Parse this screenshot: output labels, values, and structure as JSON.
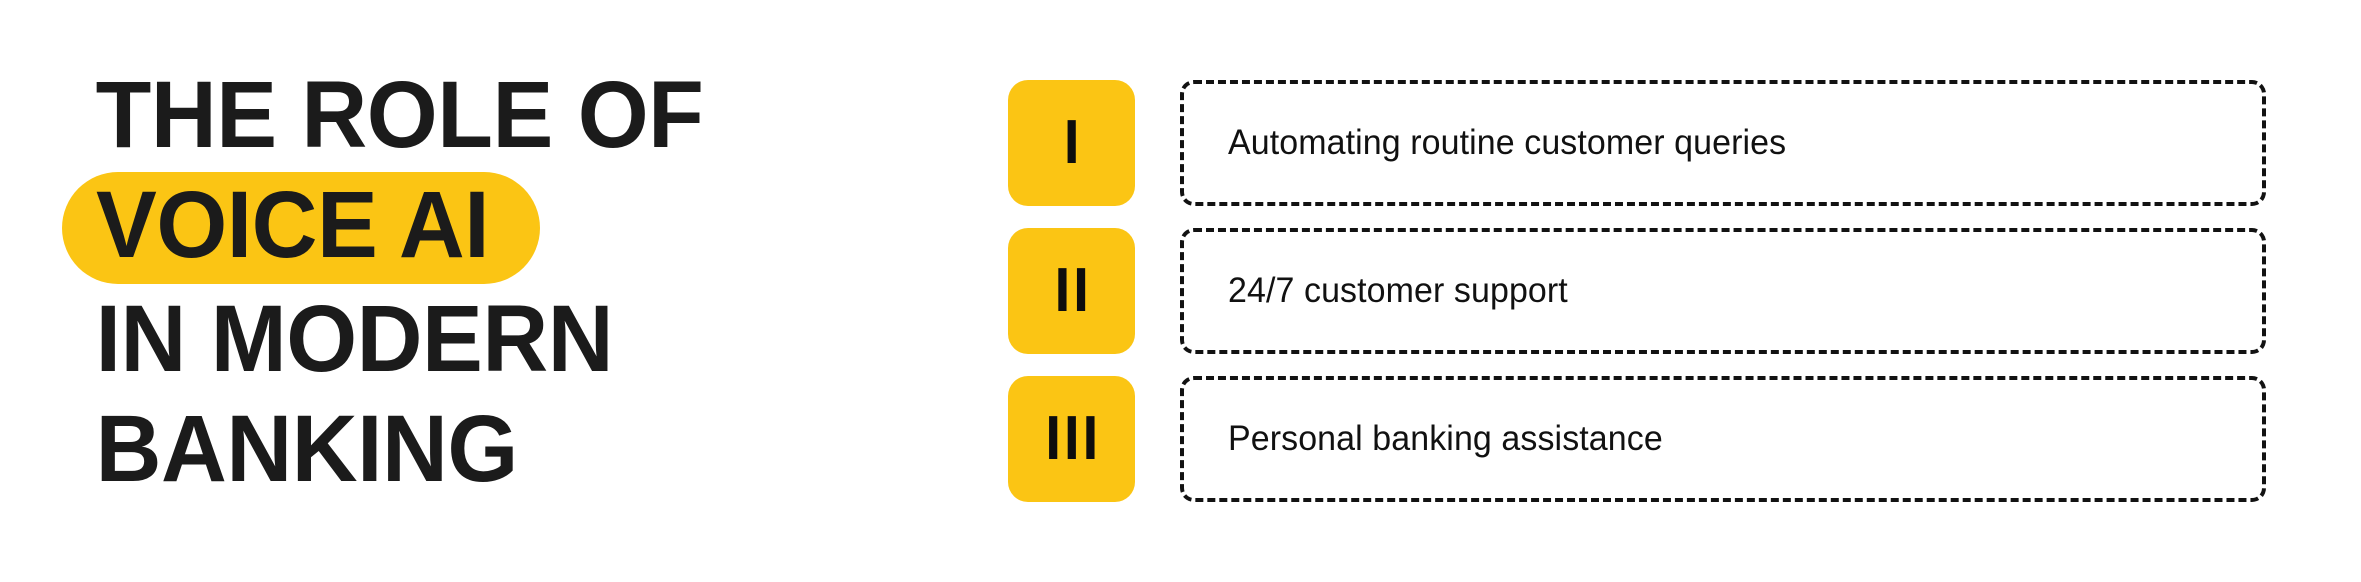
{
  "page": {
    "background_color": "#FFFFFF",
    "accent_color": "#FBC514",
    "text_color": "#1B1B1B"
  },
  "heading": {
    "line1": "THE ROLE OF",
    "highlight": "VOICE AI",
    "line3": "IN MODERN",
    "line4": "BANKING"
  },
  "list": {
    "items": [
      {
        "numeral": "I",
        "text": "Automating routine customer queries"
      },
      {
        "numeral": "II",
        "text": "24/7 customer support"
      },
      {
        "numeral": "III",
        "text": "Personal banking assistance"
      }
    ]
  }
}
